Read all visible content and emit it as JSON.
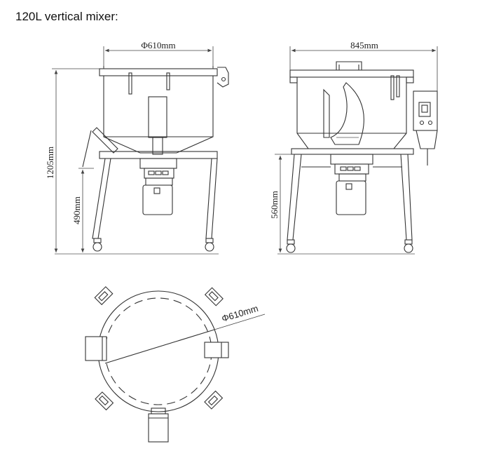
{
  "title": "120L vertical mixer:",
  "front_view": {
    "diameter_label": "Φ610mm",
    "height_label": "1205mm",
    "leg_label": "490mm"
  },
  "side_view": {
    "width_label": "845mm",
    "leg_label": "560mm"
  },
  "top_view": {
    "diameter_label": "Φ610mm"
  }
}
